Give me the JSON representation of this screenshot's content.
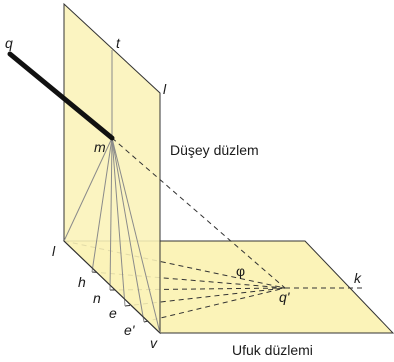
{
  "labels": {
    "q": "q",
    "t": "t",
    "l_top": "l",
    "m": "m",
    "vertical_plane": "Düşey düzlem",
    "l_left": "l",
    "phi": "φ",
    "h": "h",
    "n": "n",
    "e": "e",
    "e_prime": "e'",
    "v": "v",
    "q_prime": "q'",
    "k": "k",
    "horizontal_plane": "Ufuk düzlemi"
  },
  "colors": {
    "plane_fill": "#fbf3b8",
    "plane_edge": "#333333",
    "rod": "#111111",
    "thin_line": "#8a8a8a"
  }
}
